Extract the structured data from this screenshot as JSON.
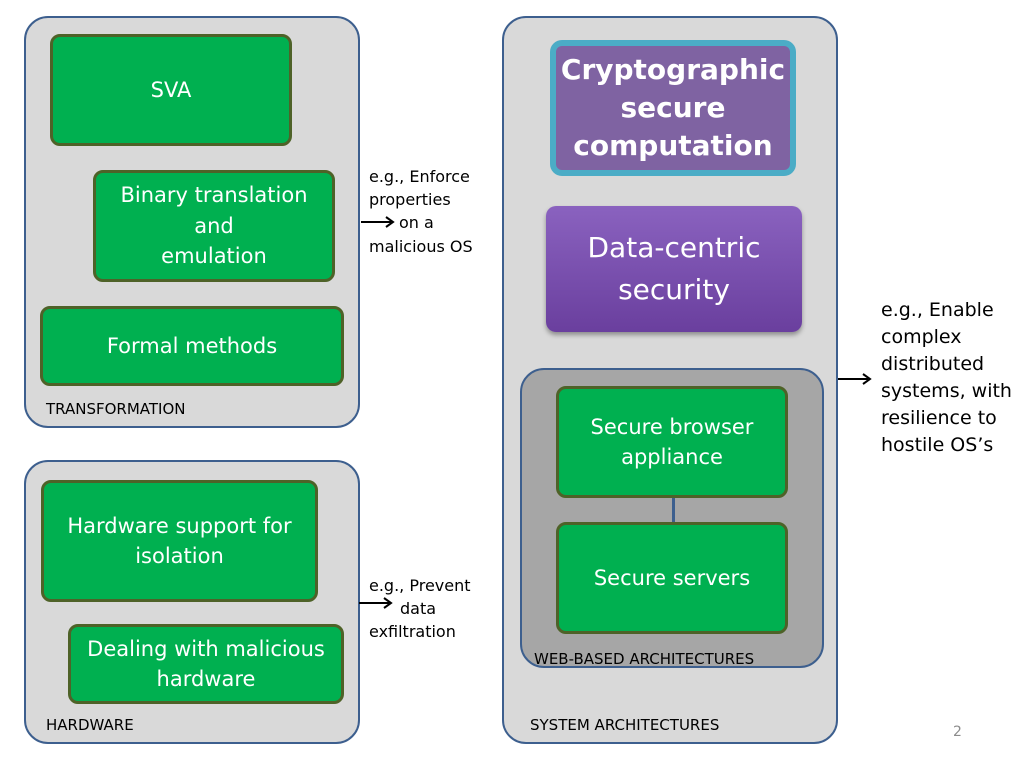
{
  "transformation": {
    "label": "TRANSFORMATION",
    "items": [
      "SVA",
      "Binary translation\nand\nemulation",
      "Formal methods"
    ]
  },
  "hardware": {
    "label": "HARDWARE",
    "items": [
      "Hardware support for\nisolation",
      "Dealing with malicious\nhardware"
    ]
  },
  "system_architectures": {
    "label": "SYSTEM ARCHITECTURES",
    "crypto": "Cryptographic\nsecure\ncomputation",
    "data_centric": "Data-centric\nsecurity",
    "web": {
      "label": "WEB-BASED ARCHITECTURES",
      "items": [
        "Secure browser\nappliance",
        "Secure servers"
      ]
    }
  },
  "notes": {
    "transformation": [
      "e.g., Enforce",
      "properties",
      "on a",
      "malicious OS"
    ],
    "hardware": [
      "e.g., Prevent",
      "data",
      "exfiltration"
    ],
    "system": [
      "e.g., Enable",
      "complex",
      "distributed",
      "systems, with",
      "resilience to",
      "hostile OS’s"
    ]
  },
  "page_number": "2",
  "colors": {
    "green_box": "#00b050",
    "green_border": "#4e6228",
    "panel_fill": "#d9d9d9",
    "panel_border": "#3d5f8e",
    "purple": "#7f63a2",
    "teal_border": "#4bacc6"
  }
}
